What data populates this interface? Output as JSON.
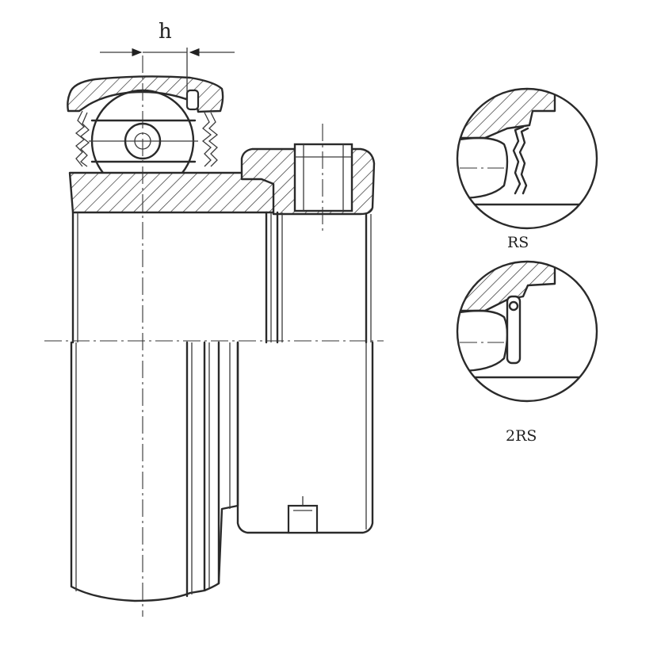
{
  "labels": {
    "dimension": "h",
    "detail_1": "RS",
    "detail_2": "2RS"
  }
}
